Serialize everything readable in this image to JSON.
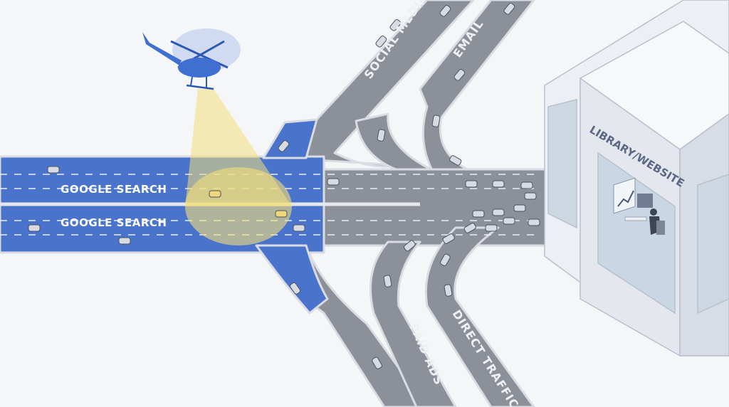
{
  "labels": {
    "google_search_top": "GOOGLE SEARCH",
    "google_search_bottom": "GOOGLE SEARCH",
    "social_media": "SOCIAL MEDIA",
    "email": "EMAIL",
    "paid_ads": "PAID ADS",
    "direct_traffic": "DIRECT TRAFFIC",
    "building": "LIBRARY/WEBSITE"
  },
  "colors": {
    "highway_blue": "#4a74cc",
    "road_gray": "#8b9099",
    "spotlight_yellow": "#f3df7a",
    "helicopter": "#3f6fd1",
    "building": "#e9ecf1"
  },
  "icons": [
    "helicopter-icon",
    "car-icon",
    "person-at-computer-icon",
    "chart-icon"
  ]
}
